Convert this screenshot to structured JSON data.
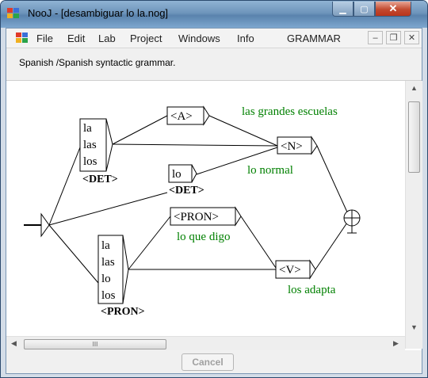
{
  "window": {
    "title": "NooJ - [desambiguar lo la.nog]"
  },
  "menu": {
    "items": [
      "File",
      "Edit",
      "Lab",
      "Project",
      "Windows",
      "Info",
      "GRAMMAR"
    ]
  },
  "info": {
    "text": "Spanish /Spanish  syntactic grammar."
  },
  "graph": {
    "nodes": {
      "det_box": {
        "lines": [
          "la",
          "las",
          "los"
        ],
        "output": "<DET>"
      },
      "a_box": {
        "label": "<A>"
      },
      "n_box": {
        "label": "<N>"
      },
      "lo_box": {
        "label": "lo",
        "output": "<DET>"
      },
      "pron_box": {
        "label": "<PRON>"
      },
      "pron_list": {
        "lines": [
          "la",
          "las",
          "lo",
          "los"
        ],
        "output": "<PRON>"
      },
      "v_box": {
        "label": "<V>"
      }
    },
    "comments": {
      "c1": "las grandes escuelas",
      "c2": "lo normal",
      "c3": "lo que digo",
      "c4": "los adapta"
    },
    "colors": {
      "comment": "#008000",
      "line": "#000000"
    }
  },
  "scroll": {
    "h_thumb_glyph": "III"
  },
  "buttons": {
    "cancel": "Cancel"
  },
  "icons": {
    "app": "nooj-app-icon",
    "doc": "nooj-doc-icon"
  }
}
